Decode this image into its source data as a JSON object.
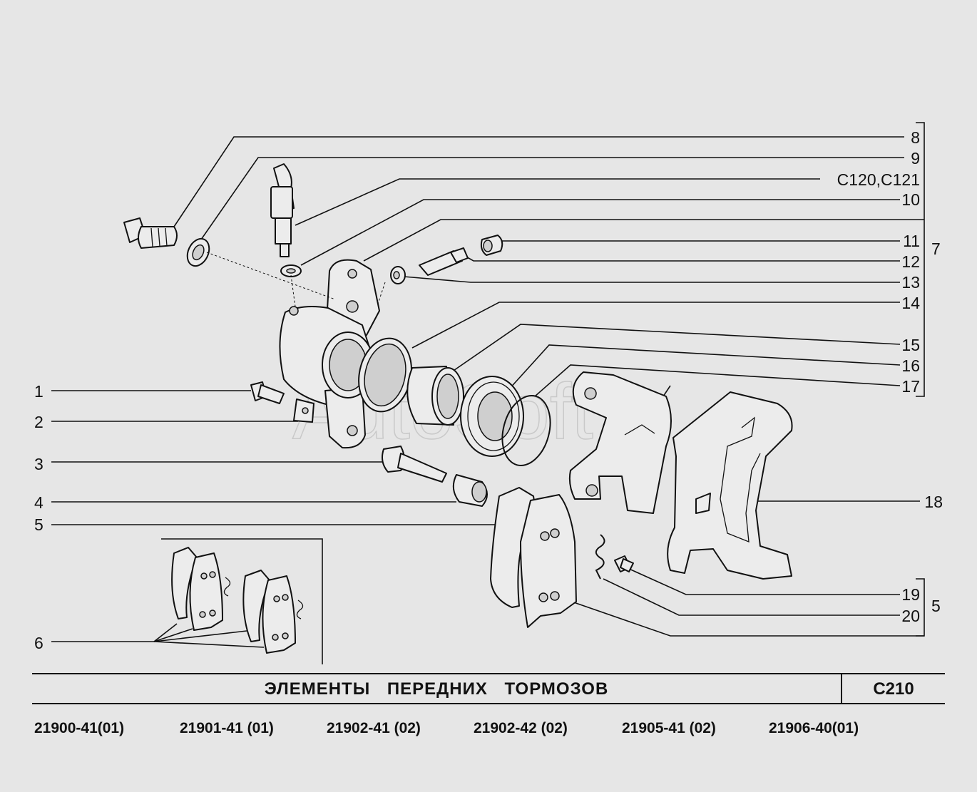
{
  "labels_left": [
    "1",
    "2",
    "3",
    "4",
    "5",
    "6"
  ],
  "labels_right": [
    "8",
    "9",
    "С120,С121",
    "10",
    "11",
    "12",
    "13",
    "14",
    "15",
    "16",
    "17",
    "18",
    "19",
    "20"
  ],
  "group_labels": [
    "7",
    "5"
  ],
  "watermark": "AutoSoft",
  "title": "ЭЛЕМЕНТЫ   ПЕРЕДНИХ   ТОРМОЗОВ",
  "page_code": "С210",
  "models": [
    "21900-41(01)",
    "21901-41 (01)",
    "21902-41 (02)",
    "21902-42 (02)",
    "21905-41 (02)",
    "21906-40(01)"
  ]
}
